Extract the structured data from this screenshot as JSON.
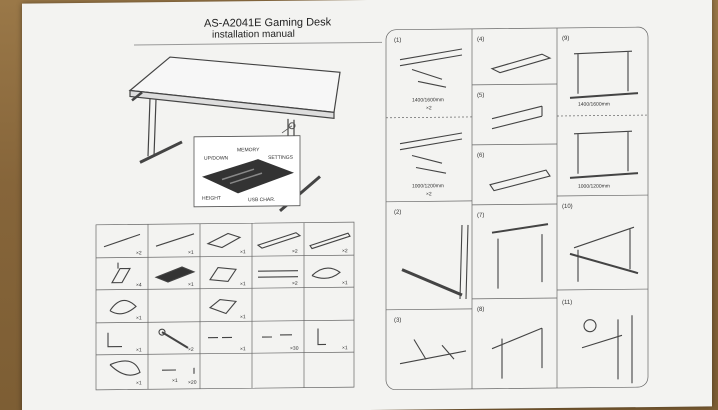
{
  "manual": {
    "title": "AS-A2041E Gaming Desk",
    "subtitle": "installation manual"
  },
  "controller": {
    "memory": "MEMORY",
    "updown": "UP/DOWN",
    "settings": "SETTINGS",
    "height": "HEIGHT",
    "usb": "USB CHAR."
  },
  "parts": {
    "quantities": [
      "×2",
      "×1",
      "×1",
      "×2",
      "×2",
      "×4",
      "×1",
      "×1",
      "×2",
      "×1",
      "×1",
      "×1",
      "×1",
      "×2",
      "×1",
      "×30",
      "×1",
      "×1",
      "×1",
      "×20"
    ]
  },
  "steps": {
    "labels": [
      "(1)",
      "(2)",
      "(3)",
      "(4)",
      "(5)",
      "(6)",
      "(7)",
      "(8)",
      "(9)",
      "(10)",
      "(11)"
    ],
    "dims": [
      "1400/1600mm",
      "×2",
      "1000/1200mm",
      "×2",
      "1400/1600mm",
      "1000/1200mm"
    ]
  }
}
